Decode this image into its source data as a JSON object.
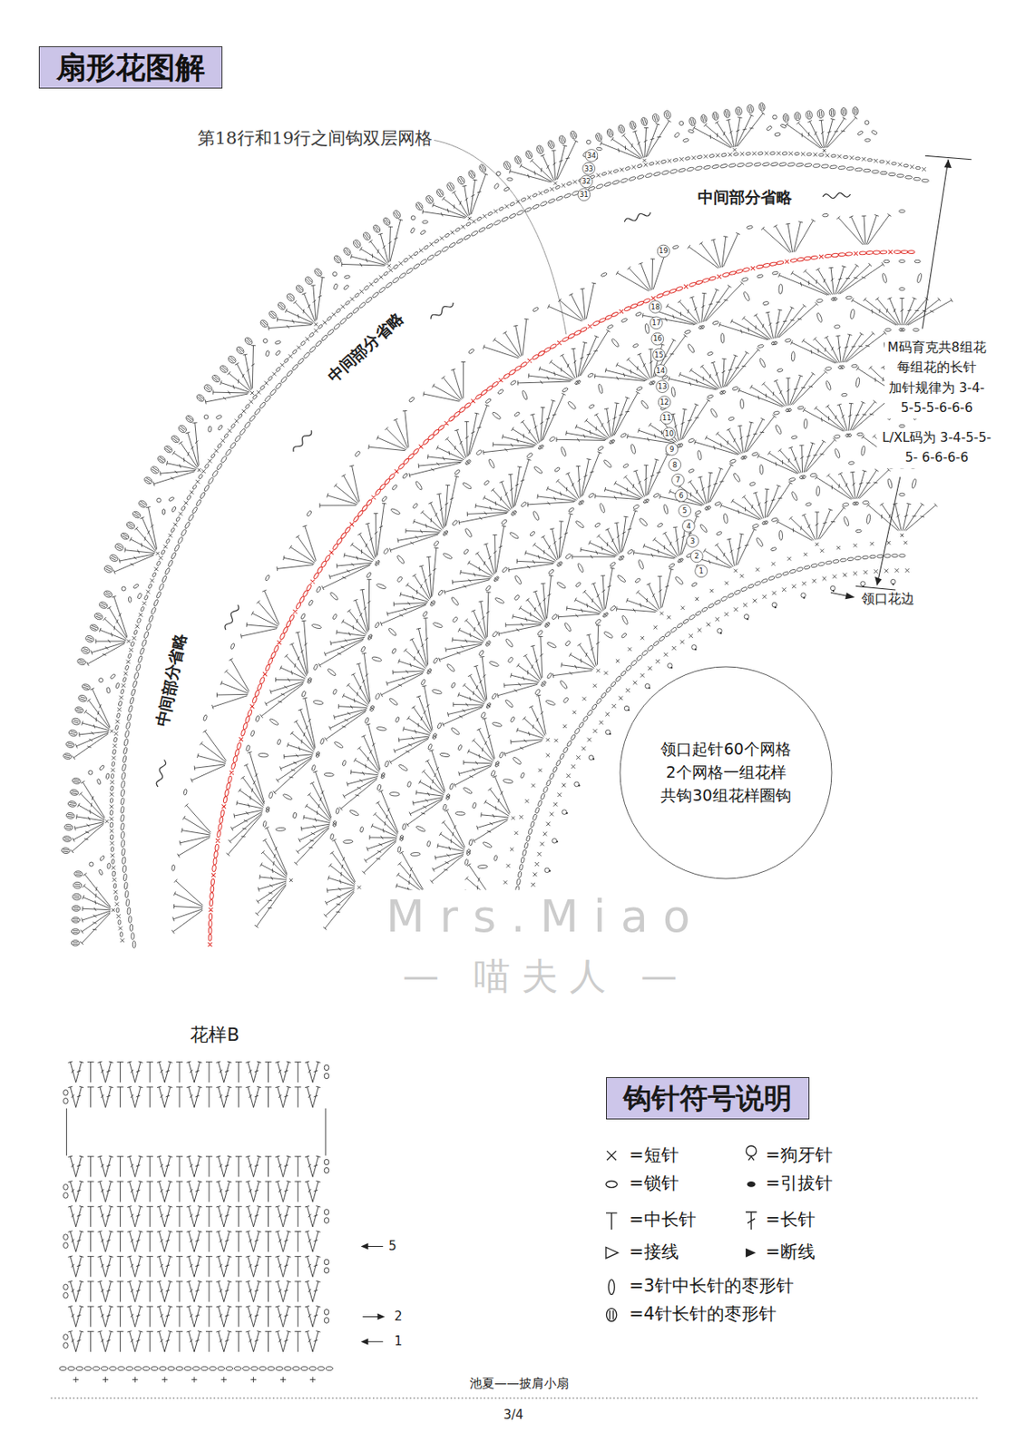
{
  "diagram": {
    "title": "扇形花图解",
    "nodes": [
      {
        "text": [
          "领口起针60个网格 2个网格一组花样 共钩30组花样圈钩"
        ]
      },
      {
        "text": [
          "钩针符号说明"
        ]
      }
    ],
    "labels": [
      "第18行和19行之间钩双层网格",
      "中间部分省略",
      "中间部分省略",
      "中间部分省略",
      "M码育克共8组花 每组花的长针 加针规律为 3-4-5-5-5-6-6-6",
      "L/XL码为 3-4-5-5-5- 6-6-6-6",
      "领口花边",
      "Mrs.Miao",
      "— 喵夫人 —",
      "1",
      "2",
      "3",
      "4",
      "5",
      "6",
      "7",
      "8",
      "9",
      "10",
      "11",
      "12",
      "13",
      "14",
      "15",
      "16",
      "17",
      "18",
      "19",
      "31",
      "32",
      "33",
      "34",
      "花样B",
      "5",
      "2",
      "1",
      "池夏——披肩小扇",
      "3/4"
    ],
    "legend": [
      {
        "text": "=短针"
      },
      {
        "text": "=狗牙针"
      },
      {
        "text": "=锁针"
      },
      {
        "text": "=引拔针"
      },
      {
        "text": "=中长针"
      },
      {
        "text": "=长针"
      },
      {
        "text": "=接线"
      },
      {
        "text": "=断线"
      },
      {
        "text": "=3针中长针的枣形针"
      },
      {
        "text": "=4针长针的枣形针"
      }
    ]
  }
}
